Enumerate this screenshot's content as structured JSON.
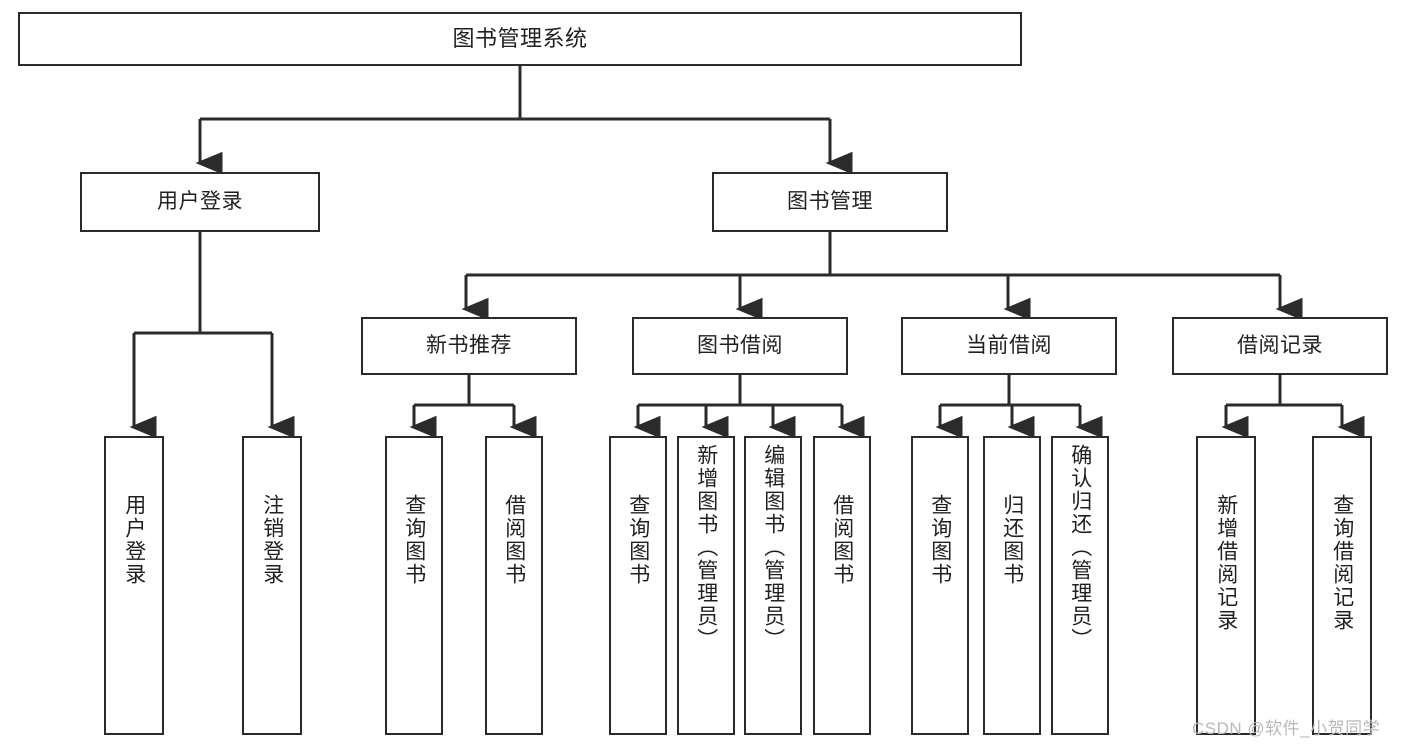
{
  "diagram": {
    "title_box": {
      "label": "图书管理系统"
    },
    "level2": [
      {
        "id": "user-login",
        "label": "用户登录"
      },
      {
        "id": "book-management",
        "label": "图书管理"
      }
    ],
    "level3": [
      {
        "id": "new-book-recommend",
        "label": "新书推荐"
      },
      {
        "id": "book-borrow",
        "label": "图书借阅"
      },
      {
        "id": "current-borrow",
        "label": "当前借阅"
      },
      {
        "id": "borrow-record",
        "label": "借阅记录"
      }
    ],
    "leaves": {
      "user_login": [
        {
          "id": "leaf-user-login",
          "label": "用户登录"
        },
        {
          "id": "leaf-logout-login",
          "label": "注销登录"
        }
      ],
      "new_book_recommend": [
        {
          "id": "leaf-query-book-1",
          "label": "查询图书"
        },
        {
          "id": "leaf-borrow-book-1",
          "label": "借阅图书"
        }
      ],
      "book_borrow": [
        {
          "id": "leaf-query-book-2",
          "label": "查询图书"
        },
        {
          "id": "leaf-add-book",
          "label": "新增图书（管理员）"
        },
        {
          "id": "leaf-edit-book",
          "label": "编辑图书（管理员）"
        },
        {
          "id": "leaf-borrow-book-2",
          "label": "借阅图书"
        }
      ],
      "current_borrow": [
        {
          "id": "leaf-query-book-3",
          "label": "查询图书"
        },
        {
          "id": "leaf-return-book",
          "label": "归还图书"
        },
        {
          "id": "leaf-confirm-return",
          "label": "确认归还（管理员）"
        }
      ],
      "borrow_record": [
        {
          "id": "leaf-add-record",
          "label": "新增借阅记录"
        },
        {
          "id": "leaf-query-record",
          "label": "查询借阅记录"
        }
      ]
    },
    "watermark": {
      "text": "CSDN @软件_小贺同学"
    },
    "colors": {
      "border": "#2b2b2b",
      "text": "#231f20",
      "background": "#ffffff",
      "watermark": "#b9b9b9"
    }
  }
}
